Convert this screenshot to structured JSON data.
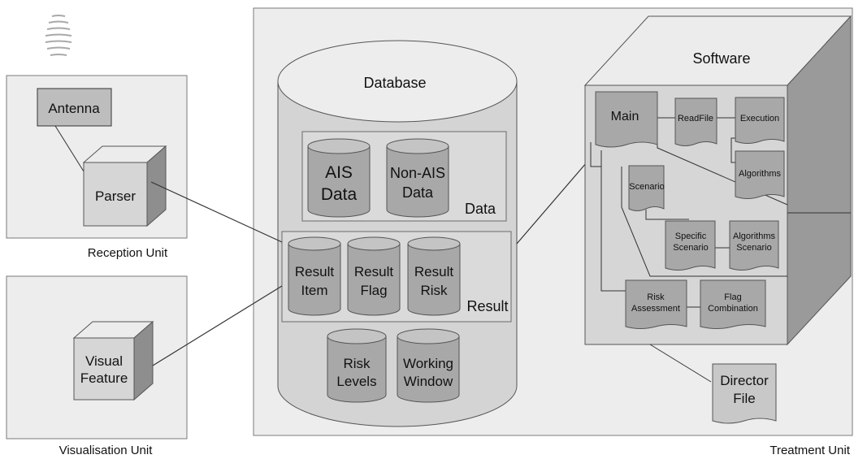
{
  "diagram": {
    "reception_unit": {
      "label": "Reception Unit",
      "antenna": "Antenna",
      "parser": "Parser"
    },
    "visualisation_unit": {
      "label": "Visualisation Unit",
      "feature_line1": "Visual",
      "feature_line2": "Feature"
    },
    "treatment_unit": {
      "label": "Treatment Unit"
    },
    "database": {
      "title": "Database",
      "data_group": "Data",
      "ais_line1": "AIS",
      "ais_line2": "Data",
      "nonais_line1": "Non-AIS",
      "nonais_line2": "Data",
      "result_group": "Result",
      "result_item_1": "Result",
      "result_item_2": "Item",
      "result_flag_1": "Result",
      "result_flag_2": "Flag",
      "result_risk_1": "Result",
      "result_risk_2": "Risk",
      "risk_levels_1": "Risk",
      "risk_levels_2": "Levels",
      "working_window_1": "Working",
      "working_window_2": "Window"
    },
    "software": {
      "title": "Software",
      "main": "Main",
      "readfile": "ReadFile",
      "execution": "Execution",
      "algorithms": "Algorithms",
      "scenario": "Scenario",
      "specific_1": "Specific",
      "specific_2": "Scenario",
      "alg_scenario_1": "Algorithms",
      "alg_scenario_2": "Scenario",
      "risk_1": "Risk",
      "risk_2": "Assessment",
      "flag_1": "Flag",
      "flag_2": "Combination"
    },
    "director_file_1": "Director",
    "director_file_2": "File"
  }
}
